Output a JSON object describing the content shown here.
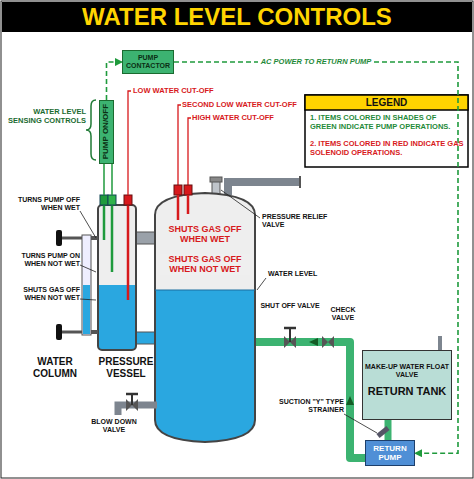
{
  "diagram": {
    "title": "WATER LEVEL CONTROLS",
    "nodes": [
      {
        "text": [
          "PUMP CONTACTOR"
        ]
      },
      {
        "text": [
          "PUMP ON/OFF"
        ]
      },
      {
        "text": [
          "MAKE-UP WATER FLOAT VALVE",
          "RETURN TANK"
        ]
      },
      {
        "text": [
          "RETURN PUMP"
        ]
      }
    ],
    "edges": [
      {
        "from": 1,
        "to": 0,
        "arrow": "to"
      },
      {
        "from": 0,
        "to": 3,
        "arrow": "to",
        "label": "AC POWER TO RETURN PUMP"
      }
    ],
    "labels": [
      "WATER LEVEL SENSING CONTROLS",
      "LOW WATER CUT-OFF",
      "SECOND LOW WATER CUT-OFF",
      "HIGH WATER CUT-OFF",
      "LEGEND",
      "TURNS PUMP OFF WHEN WET",
      "TURNS PUMP ON WHEN NOT WET",
      "SHUTS GAS OFF WHEN NOT WET",
      "SHUTS GAS OFF WHEN WET",
      "SHUTS GAS OFF WHEN NOT WET",
      "PRESSURE RELIEF VALVE",
      "WATER LEVEL",
      "SHUT OFF VALVE",
      "CHECK VALVE",
      "SUCTION \"Y\" TYPE STRAINER",
      "WATER COLUMN",
      "PRESSURE VESSEL",
      "BLOW DOWN VALVE"
    ],
    "legend": [
      {
        "text": "1. ITEMS COLORED IN SHADES OF GREEN INDICATE PUMP OPERATIONS."
      },
      {
        "text": "2. ITEMS COLORED IN RED INDICATE GAS SOLENOID OPERATIONS."
      }
    ]
  }
}
